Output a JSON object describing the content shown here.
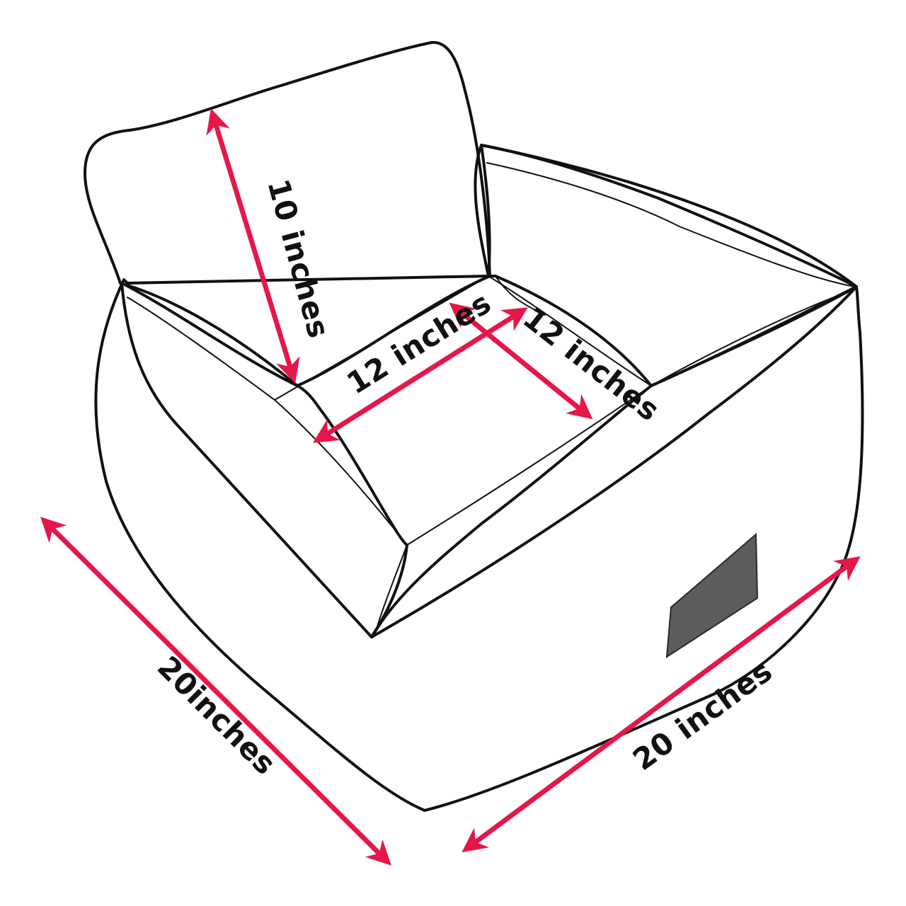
{
  "colors": {
    "background": "#ffffff",
    "bed_fill": "#d4d6d8",
    "outline": "#111111",
    "arrow": "#e5174a",
    "patch": "#5a5c5e"
  },
  "dimensions": {
    "backrest_height": "10 inches",
    "interior_width": "12 inches",
    "interior_depth": "12 inches",
    "outer_left": "20inches",
    "outer_right": "20 inches"
  }
}
